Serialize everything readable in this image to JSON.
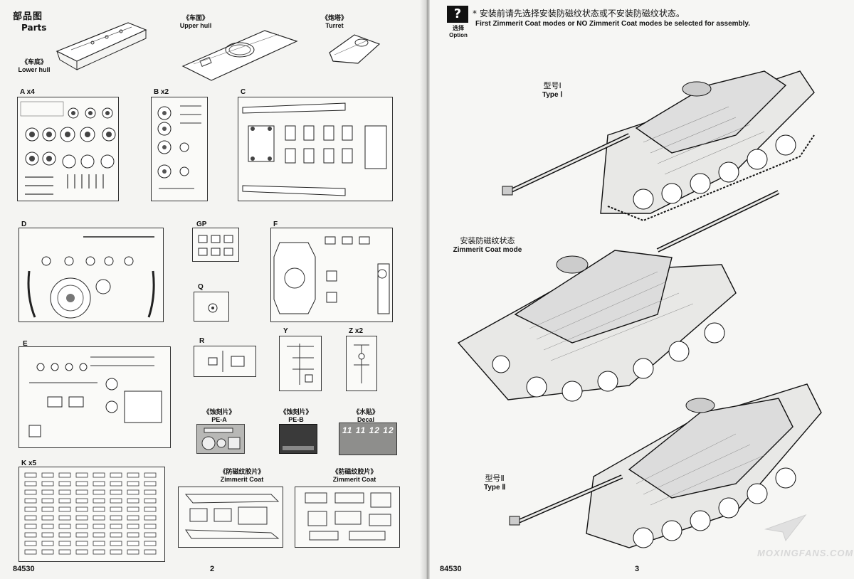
{
  "left_page": {
    "title_cn": "部品图",
    "title_en": "Parts",
    "hull_parts": [
      {
        "cn": "《车底》",
        "en": "Lower hull"
      },
      {
        "cn": "《车面》",
        "en": "Upper hull"
      },
      {
        "cn": "《炮塔》",
        "en": "Turret"
      }
    ],
    "sprues": [
      "A x4",
      "B x2",
      "C",
      "D",
      "GP",
      "F",
      "Q",
      "E",
      "R",
      "Y",
      "Z x2",
      "K x5"
    ],
    "photo_etch": [
      {
        "cn": "《蚀刻片》",
        "en": "PE-A"
      },
      {
        "cn": "《蚀刻片》",
        "en": "PE-B"
      },
      {
        "cn": "《水贴》",
        "en": "Decal"
      }
    ],
    "decal_text": "11 11 12 12",
    "zimmerit_sheets": [
      {
        "cn": "《防磁纹胶片》",
        "en": "Zimmerit Coat"
      },
      {
        "cn": "《防磁纹胶片》",
        "en": "Zimmerit Coat"
      }
    ],
    "footer_code": "84530",
    "page_number": "2"
  },
  "right_page": {
    "option_cn": "选择",
    "option_en": "Option",
    "instruction_cn": "* 安装前请先选择安装防磁纹状态或不安装防磁纹状态。",
    "instruction_en": "First Zimmerit Coat modes or NO Zimmerit Coat modes be selected for assembly.",
    "type1_cn": "型号Ⅰ",
    "type1_en": "Type Ⅰ",
    "mode_cn": "安装防磁纹状态",
    "mode_en": "Zimmerit Coat mode",
    "type2_cn": "型号Ⅱ",
    "type2_en": "Type Ⅱ",
    "footer_code": "84530",
    "page_number": "3",
    "watermark": "MOXINGFANS.COM"
  }
}
